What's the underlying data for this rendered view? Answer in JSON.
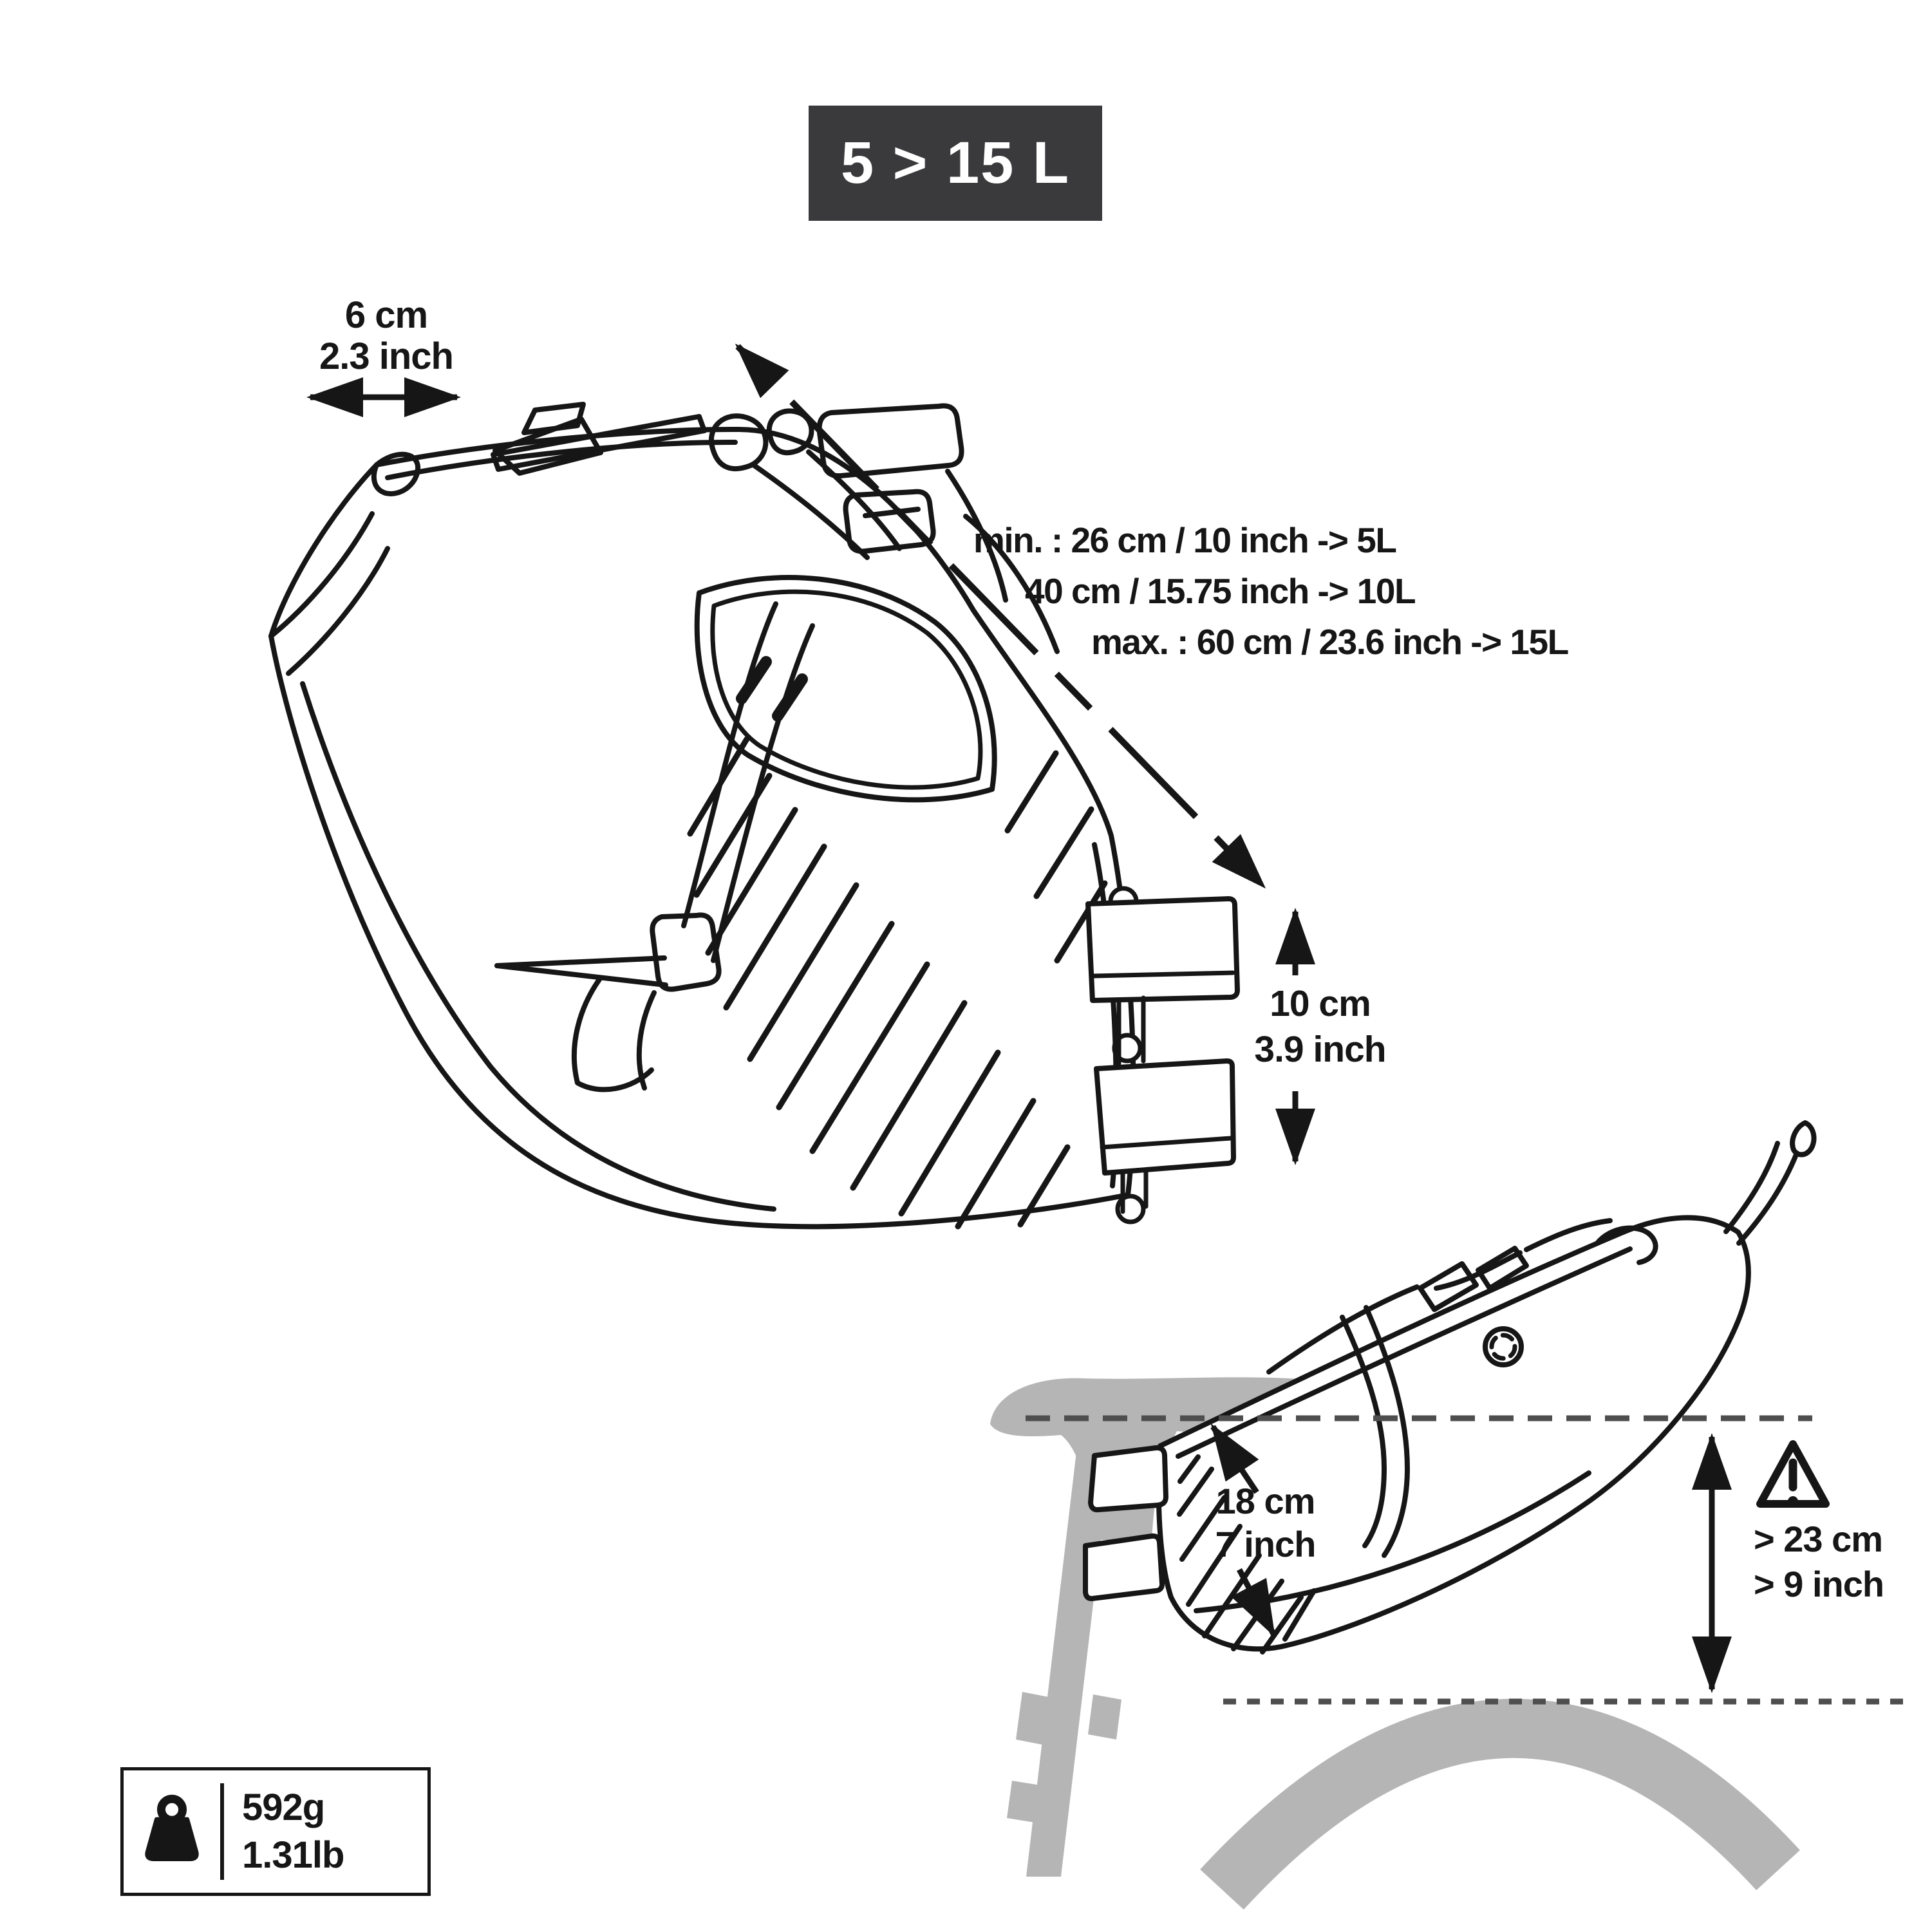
{
  "badge": {
    "label": "5 > 15 L"
  },
  "dimensions": {
    "saddle_rail_width": {
      "cm": "6 cm",
      "inch": "2.3 inch"
    },
    "bag_length_options": {
      "line1": "min. : 26 cm / 10 inch -> 5L",
      "line2": "40 cm / 15.75 inch -> 10L",
      "line3": "max. : 60 cm / 23.6 inch -> 15L"
    },
    "strap_panel_height": {
      "cm": "10 cm",
      "inch": "3.9 inch"
    },
    "bag_depth_below_saddle": {
      "cm": "18 cm",
      "inch": "7 inch"
    },
    "required_clearance": {
      "cm": "> 23 cm",
      "inch": "> 9 inch"
    }
  },
  "weight": {
    "grams": "592g",
    "pounds": "1.31lb"
  },
  "icons": {
    "weight": "kettlebell-weight-icon",
    "warning": "warning-triangle-icon"
  },
  "colors": {
    "badge_background": "#3a3a3c",
    "badge_text": "#ffffff",
    "line_art": "#161616",
    "silhouette_gray": "#b5b5b5",
    "dashed_guide": "#4e4e4e",
    "background": "#ffffff"
  }
}
